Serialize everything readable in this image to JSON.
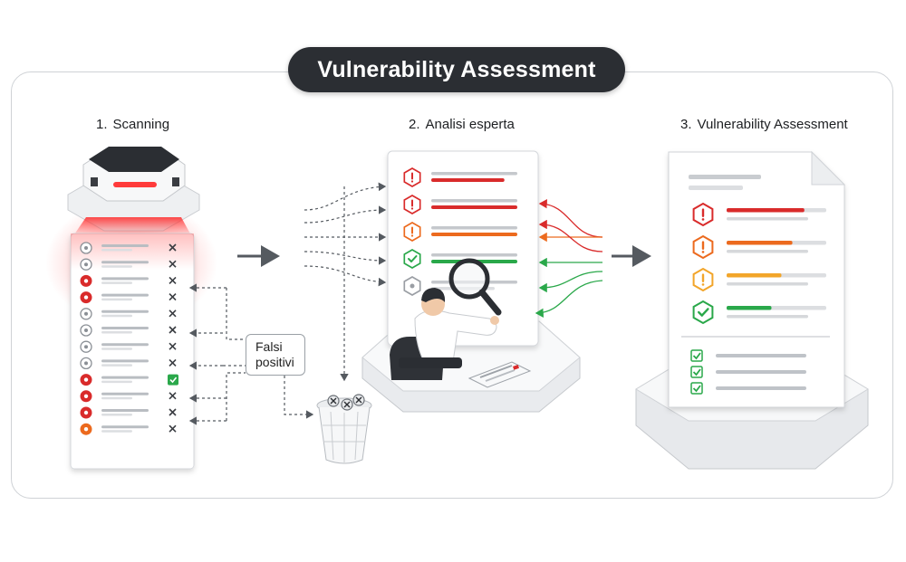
{
  "title": "Vulnerability Assessment",
  "steps": [
    {
      "number": "1.",
      "label": "Scanning"
    },
    {
      "number": "2.",
      "label": "Analisi esperta"
    },
    {
      "number": "3.",
      "label": "Vulnerability Assessment"
    }
  ],
  "callout": {
    "line1": "Falsi",
    "line2": "positivi"
  },
  "colors": {
    "critical": "#d92b2b",
    "high": "#ec6a1e",
    "medium": "#f2a52a",
    "ok": "#2aa84a",
    "neutral": "#9a9ea4",
    "dark": "#2b2e33"
  },
  "scan_list": [
    {
      "severity": "neutral",
      "status": "x"
    },
    {
      "severity": "neutral",
      "status": "x"
    },
    {
      "severity": "critical",
      "status": "x"
    },
    {
      "severity": "critical",
      "status": "x"
    },
    {
      "severity": "neutral",
      "status": "x"
    },
    {
      "severity": "neutral",
      "status": "x"
    },
    {
      "severity": "neutral",
      "status": "x"
    },
    {
      "severity": "neutral",
      "status": "x"
    },
    {
      "severity": "critical",
      "status": "check"
    },
    {
      "severity": "critical",
      "status": "x"
    },
    {
      "severity": "critical",
      "status": "x"
    },
    {
      "severity": "high",
      "status": "x"
    }
  ],
  "analysis_items": [
    {
      "severity": "critical",
      "icon": "alert"
    },
    {
      "severity": "critical",
      "icon": "alert"
    },
    {
      "severity": "high",
      "icon": "alert"
    },
    {
      "severity": "ok",
      "icon": "check"
    },
    {
      "severity": "neutral",
      "icon": "dot"
    }
  ],
  "report_items": [
    {
      "severity": "critical",
      "icon": "alert"
    },
    {
      "severity": "high",
      "icon": "alert"
    },
    {
      "severity": "medium",
      "icon": "alert"
    },
    {
      "severity": "ok",
      "icon": "check"
    }
  ],
  "report_checks": 3
}
